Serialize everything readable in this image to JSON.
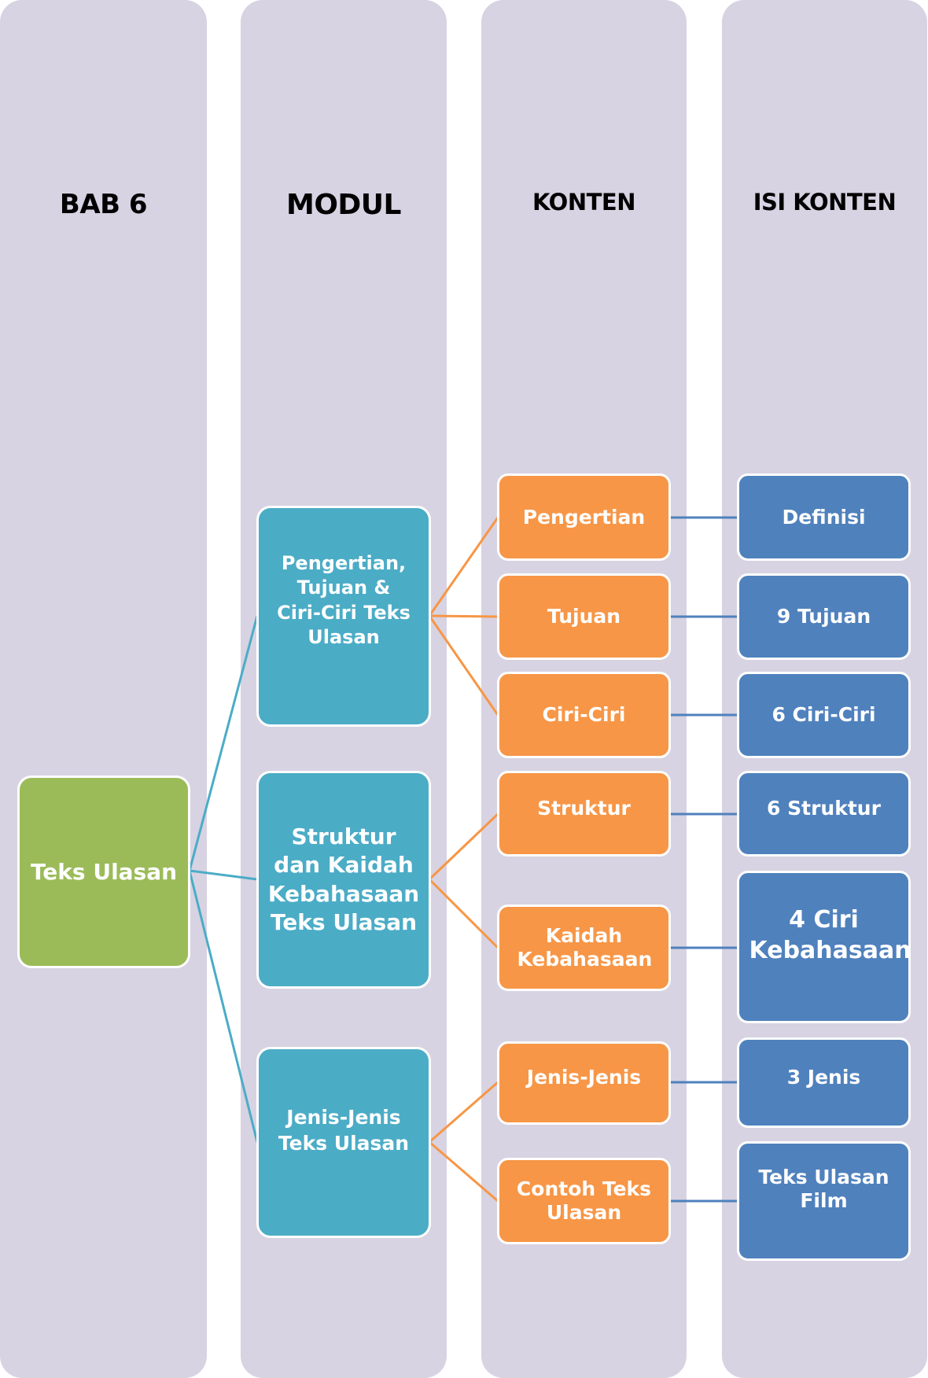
{
  "lanes": [
    {
      "title": "BAB 6"
    },
    {
      "title": "MODUL"
    },
    {
      "title": "KONTEN"
    },
    {
      "title": "ISI KONTEN"
    }
  ],
  "root": {
    "label": "Teks Ulasan"
  },
  "modules": [
    {
      "label": "Pengertian, Tujuan & Ciri-Ciri Teks Ulasan",
      "contents": [
        {
          "label": "Pengertian",
          "detail": "Definisi"
        },
        {
          "label": "Tujuan",
          "detail": "9 Tujuan"
        },
        {
          "label": "Ciri-Ciri",
          "detail": "6 Ciri-Ciri"
        }
      ]
    },
    {
      "label": "Struktur dan Kaidah Kebahasaan Teks Ulasan",
      "contents": [
        {
          "label": "Struktur",
          "detail": "6 Struktur"
        },
        {
          "label": "Kaidah Kebahasaan",
          "detail": "4 Ciri Kebahasaan"
        }
      ]
    },
    {
      "label": "Jenis-Jenis Teks Ulasan",
      "contents": [
        {
          "label": "Jenis-Jenis",
          "detail": "3 Jenis"
        },
        {
          "label": "Contoh Teks Ulasan",
          "detail": "Teks Ulasan Film"
        }
      ]
    }
  ],
  "colors": {
    "lane_bg": "#D7D3E2",
    "root": "#9BBB59",
    "module": "#4BACC6",
    "content": "#F79646",
    "detail": "#4F81BD",
    "root_connector": "#4BACC6",
    "module_connector": "#F79646",
    "detail_connector": "#4F81BD"
  }
}
